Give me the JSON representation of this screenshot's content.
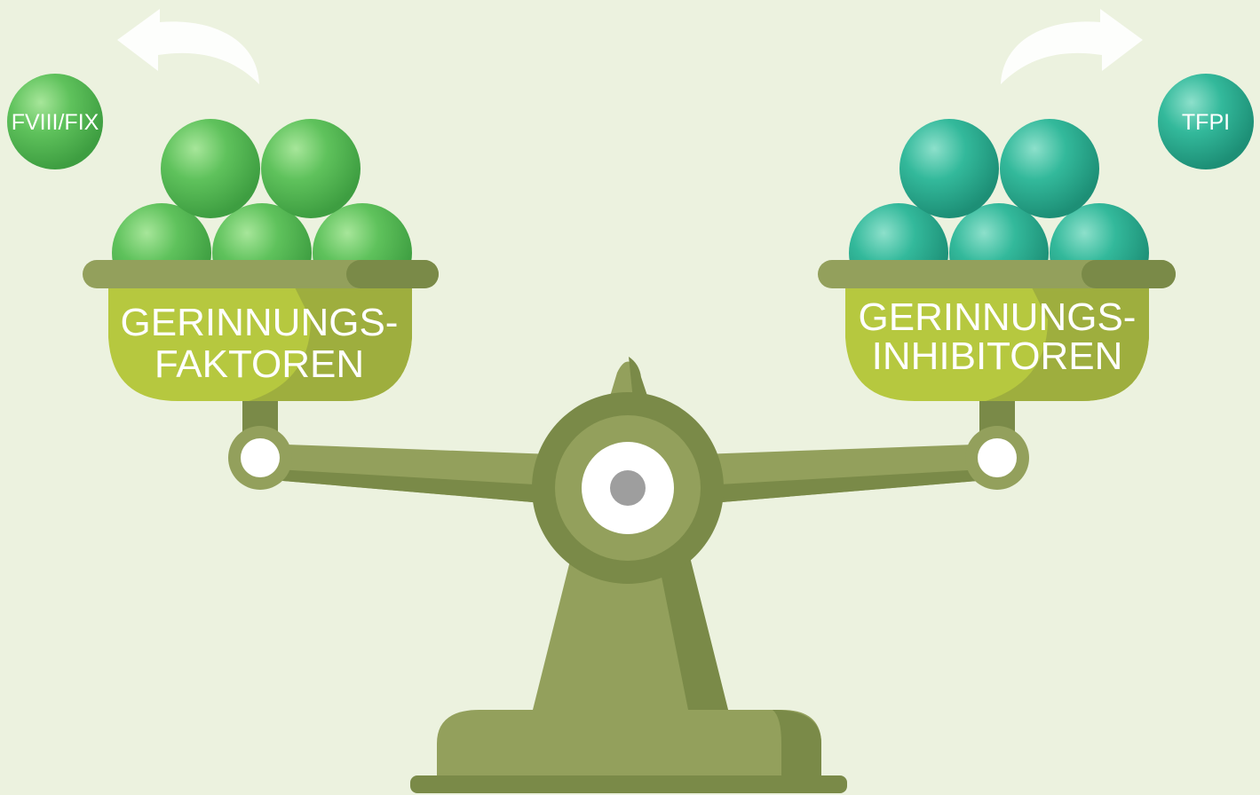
{
  "left_pan": {
    "line1": "GERINNUNGS-",
    "line2": "FAKTOREN"
  },
  "right_pan": {
    "line1": "GERINNUNGS-",
    "line2": "INHIBITOREN"
  },
  "left_ball_label": "FVIII/FIX",
  "right_ball_label": "TFPI",
  "colors": {
    "background": "#ecf2df",
    "scale": "#93a05c",
    "scale_dark": "#7a8a48",
    "pan_fill": "#b6c83f",
    "factor_ball": "#5cc45b",
    "inhibitor_ball": "#2eb99a",
    "arrow": "#ffffff"
  }
}
